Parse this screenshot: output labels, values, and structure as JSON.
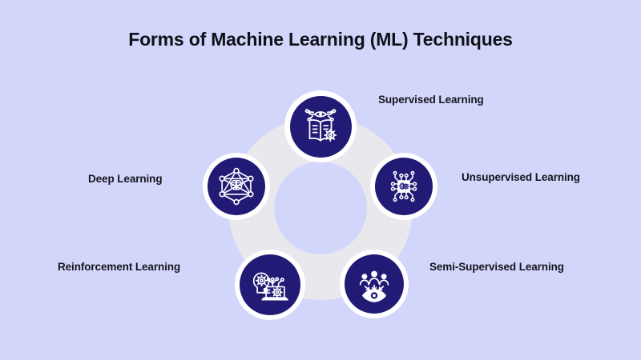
{
  "page": {
    "title": "Forms of Machine Learning (ML) Techniques",
    "background_color": "#D2D6FB",
    "ring_color": "#E9E9ED",
    "node_fill_color": "#221B76",
    "node_halo_color": "#FFFFFF",
    "icon_color": "#FFFFFF",
    "text_color": "#15151C"
  },
  "nodes": [
    {
      "id": "supervised",
      "label": "Supervised Learning",
      "icon": "open-book-eye-gear-icon",
      "position": "top"
    },
    {
      "id": "unsupervised",
      "label": "Unsupervised Learning",
      "icon": "ai-chip-brain-network-icon",
      "position": "right"
    },
    {
      "id": "semi-supervised",
      "label": "Semi-Supervised Learning",
      "icon": "people-group-eye-icon",
      "position": "bottom-right"
    },
    {
      "id": "reinforcement",
      "label": "Reinforcement Learning",
      "icon": "head-gear-laptop-icon",
      "position": "bottom-left"
    },
    {
      "id": "deep",
      "label": "Deep Learning",
      "icon": "hexagon-neural-network-brain-icon",
      "position": "left"
    }
  ]
}
